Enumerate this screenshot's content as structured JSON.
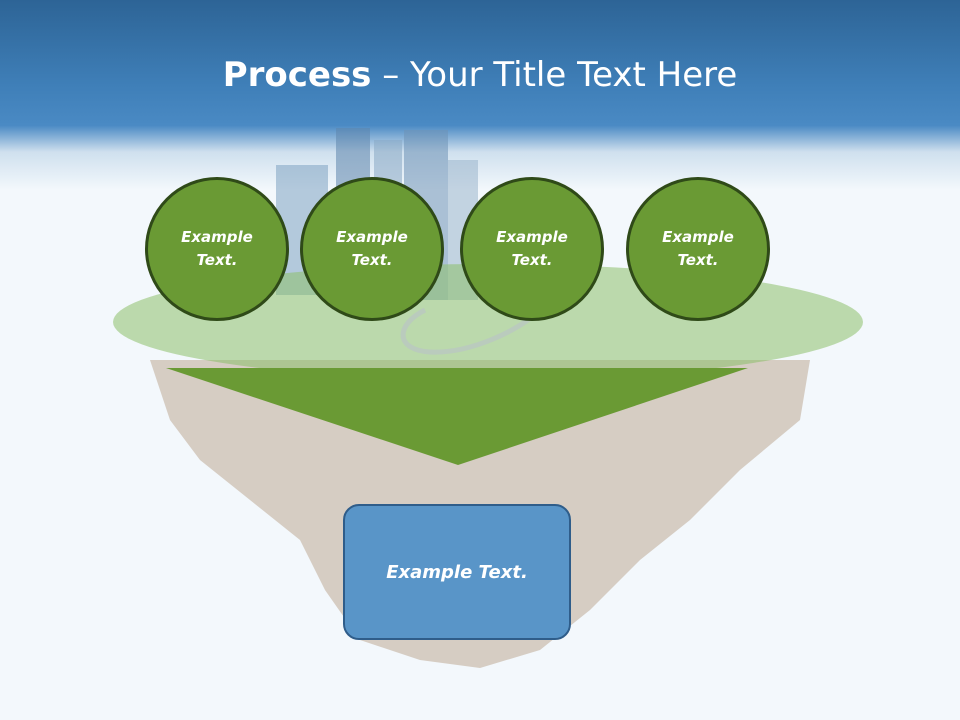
{
  "slide": {
    "title_bold": "Process",
    "title_rest": " – Your Title Text Here"
  },
  "steps": [
    "Example\nText.",
    "Example\nText.",
    "Example\nText.",
    "Example\nText."
  ],
  "result": "Example Text.",
  "colors": {
    "header": "#3f7fb8",
    "circle_fill": "#6a9a34",
    "circle_border": "#2f4a18",
    "funnel": "#6a9a34",
    "box_fill": "#5995c8",
    "box_border": "#2f5d8a"
  }
}
